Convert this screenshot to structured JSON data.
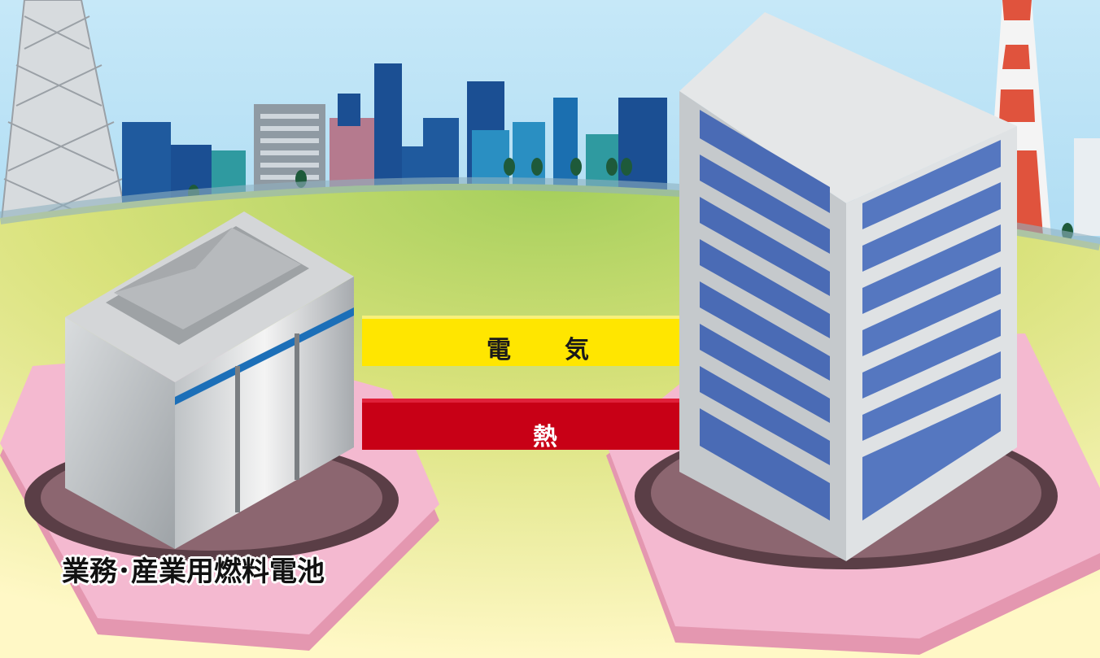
{
  "arrows": {
    "electricity": "電　気",
    "heat": "熱"
  },
  "caption": "業務･産業用燃料電池",
  "colors": {
    "sky": "#b9e2f6",
    "ground_top": "#9ccb5a",
    "ground_bottom": "#fff7c2",
    "electricity_arrow": "#ffe600",
    "heat_arrow": "#d0001a",
    "pad": "#f3b6cf",
    "building_window": "#4a6bb5"
  }
}
